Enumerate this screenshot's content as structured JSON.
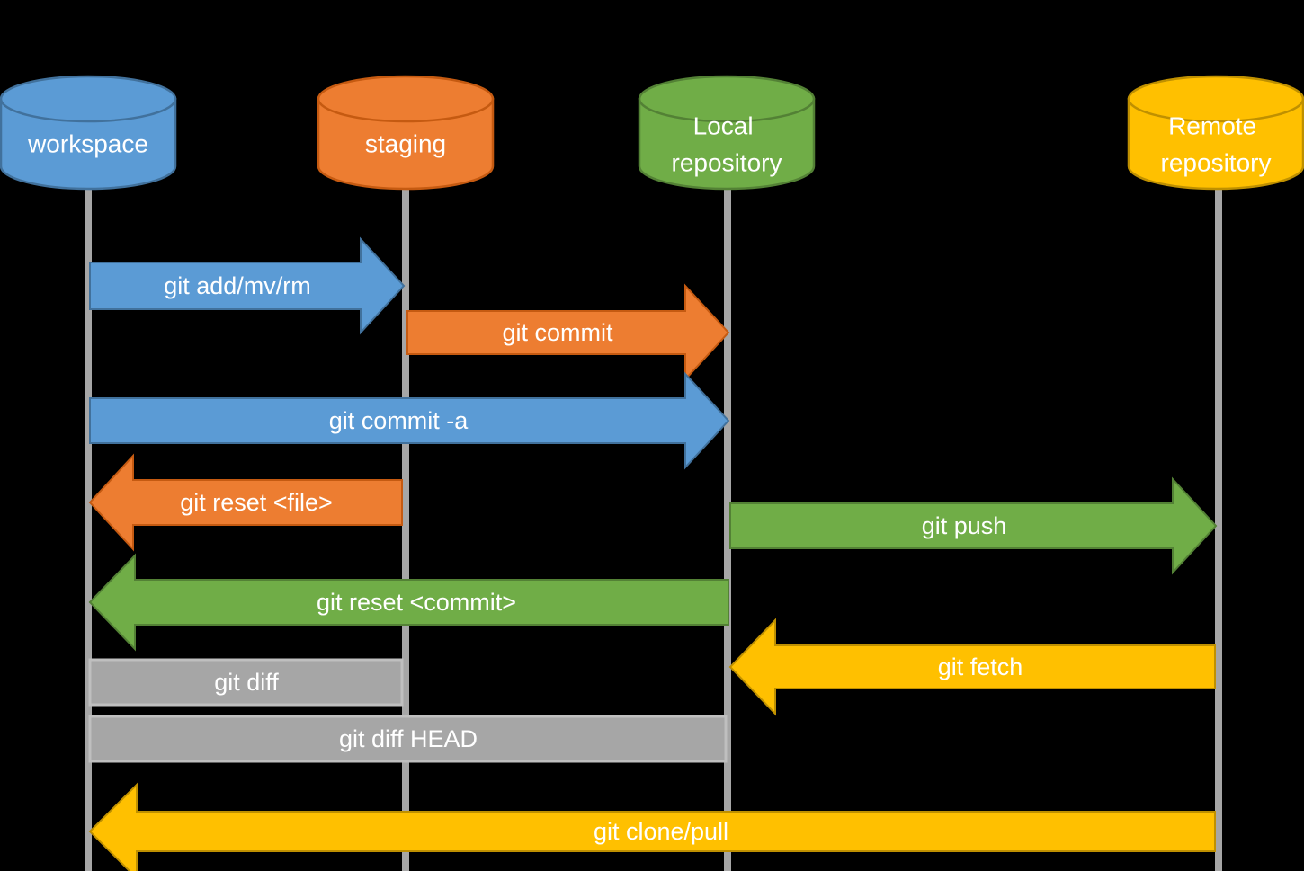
{
  "diagram": {
    "background": "#000000",
    "lifeline_color": "#a6a6a6",
    "text_color": "#ffffff"
  },
  "nodes": [
    {
      "id": "workspace",
      "label": "workspace",
      "lines": [
        "workspace"
      ],
      "fill": "#5b9bd5",
      "border": "#41719c"
    },
    {
      "id": "staging",
      "label": "staging",
      "lines": [
        "staging"
      ],
      "fill": "#ed7d31",
      "border": "#c55a11"
    },
    {
      "id": "local-repository",
      "label": "Local repository",
      "lines": [
        "Local",
        "repository"
      ],
      "fill": "#70ad47",
      "border": "#538135"
    },
    {
      "id": "remote-repository",
      "label": "Remote repository",
      "lines": [
        "Remote",
        "repository"
      ],
      "fill": "#ffc000",
      "border": "#bf9000"
    }
  ],
  "arrows": [
    {
      "label": "git add/mv/rm",
      "from": "workspace",
      "to": "staging",
      "direction": "right",
      "fill": "#5b9bd5",
      "border": "#41719c"
    },
    {
      "label": "git commit",
      "from": "staging",
      "to": "local-repository",
      "direction": "right",
      "fill": "#ed7d31",
      "border": "#c55a11"
    },
    {
      "label": "git commit -a",
      "from": "workspace",
      "to": "local-repository",
      "direction": "right",
      "fill": "#5b9bd5",
      "border": "#41719c"
    },
    {
      "label": "git reset <file>",
      "from": "staging",
      "to": "workspace",
      "direction": "left",
      "fill": "#ed7d31",
      "border": "#c55a11"
    },
    {
      "label": "git push",
      "from": "local-repository",
      "to": "remote-repository",
      "direction": "right",
      "fill": "#70ad47",
      "border": "#538135"
    },
    {
      "label": "git reset <commit>",
      "from": "local-repository",
      "to": "workspace",
      "direction": "left",
      "fill": "#70ad47",
      "border": "#538135"
    },
    {
      "label": "git fetch",
      "from": "remote-repository",
      "to": "local-repository",
      "direction": "left",
      "fill": "#ffc000",
      "border": "#bf9000"
    },
    {
      "label": "git clone/pull",
      "from": "remote-repository",
      "to": "workspace",
      "direction": "left",
      "fill": "#ffc000",
      "border": "#bf9000"
    }
  ],
  "bars": [
    {
      "label": "git diff",
      "from": "workspace",
      "to": "staging",
      "fill": "#a6a6a6",
      "border": "#bfbfbf"
    },
    {
      "label": "git diff HEAD",
      "from": "workspace",
      "to": "local-repository",
      "fill": "#a6a6a6",
      "border": "#bfbfbf"
    }
  ]
}
